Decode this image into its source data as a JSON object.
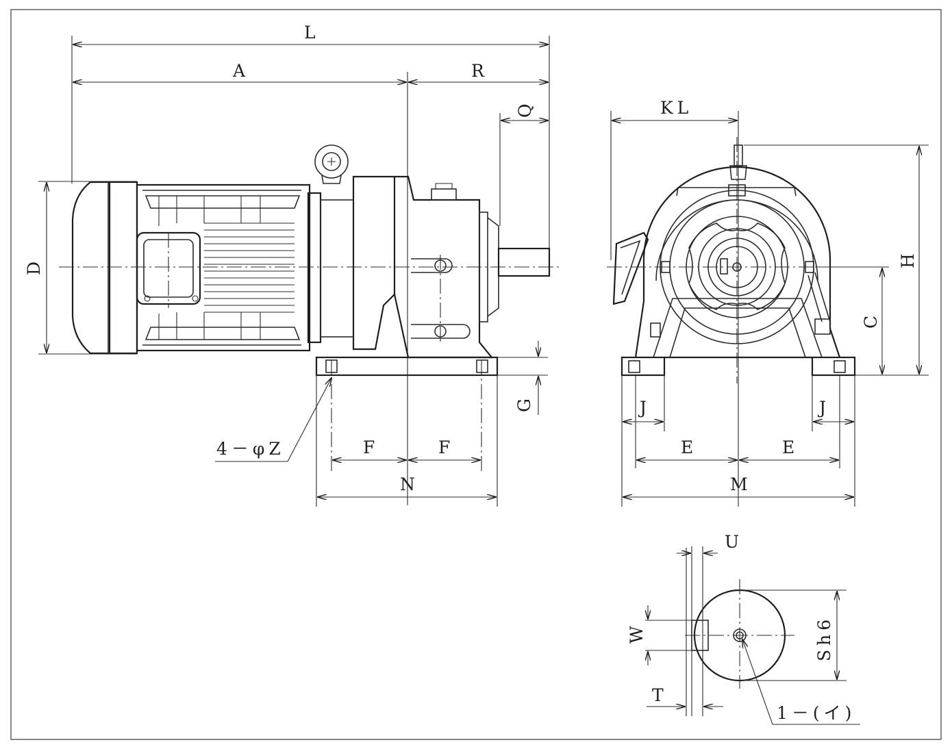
{
  "labels": {
    "L": "L",
    "A": "A",
    "R": "R",
    "Q": "Q",
    "D": "D",
    "G": "G",
    "F": "F",
    "N": "N",
    "Z": "4－φZ",
    "KL": "KL",
    "H": "H",
    "C": "C",
    "J": "J",
    "E": "E",
    "M": "M",
    "U": "U",
    "W": "W",
    "S": "Sh6",
    "T": "T",
    "key": "1－(イ)"
  }
}
